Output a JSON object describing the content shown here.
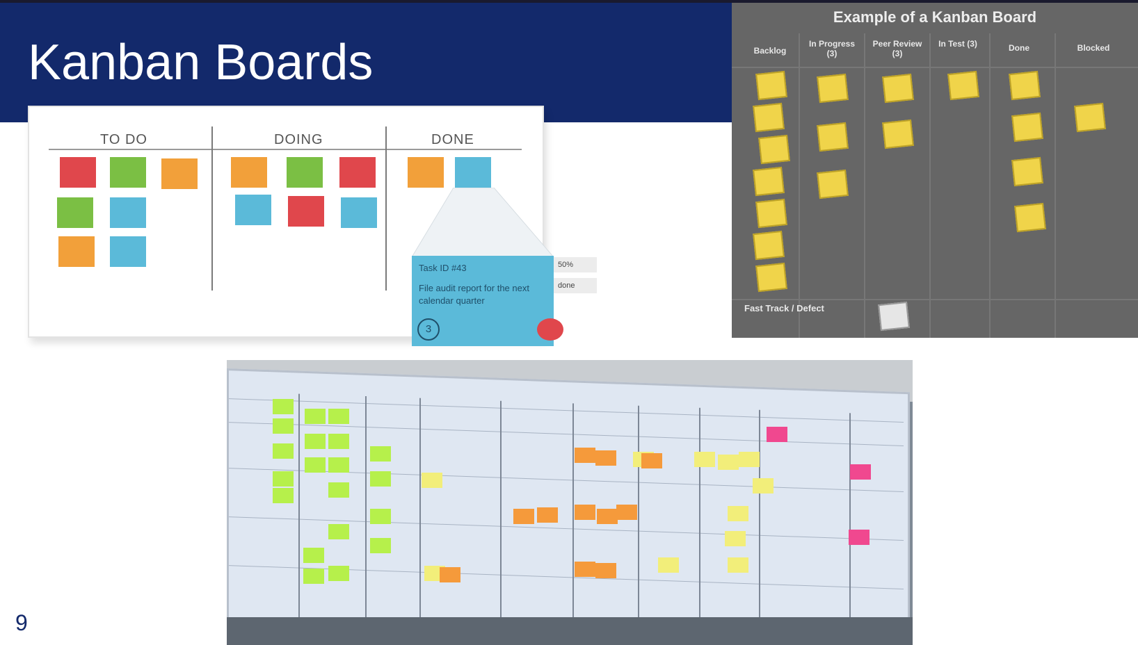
{
  "slide": {
    "title": "Kanban Boards",
    "page_number": "9"
  },
  "simple_board": {
    "columns": [
      "TO DO",
      "DOING",
      "DONE"
    ],
    "tooltip": {
      "line1": "Task ID #43",
      "line2": "File audit report for the next calendar quarter",
      "badge": "3"
    },
    "side_labels": [
      "50%",
      "done"
    ],
    "colors": {
      "red": "#e0474c",
      "green": "#7bbf44",
      "orange": "#f2a03a",
      "blue": "#5bbad9"
    }
  },
  "grey_board": {
    "title": "Example of a Kanban Board",
    "columns": [
      "Backlog",
      "In Progress (3)",
      "Peer Review (3)",
      "In Test (3)",
      "Done",
      "Blocked"
    ],
    "swimlane": "Fast Track / Defect"
  },
  "photo": {
    "description_colors": {
      "board": "#dfe7f2",
      "note_green": "#b6f04b",
      "note_yellow": "#f2ee7a",
      "note_orange": "#f59a3b",
      "note_pink": "#f0488f"
    }
  }
}
